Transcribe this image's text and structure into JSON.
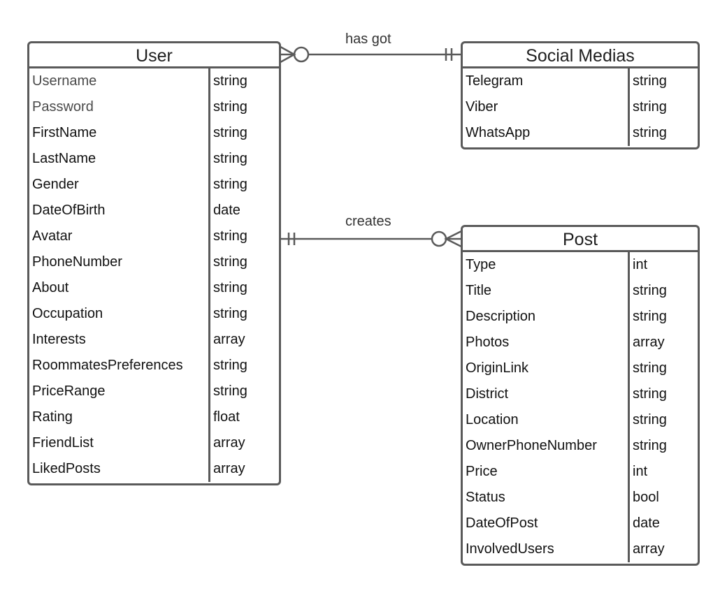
{
  "entities": {
    "user": {
      "title": "User",
      "fields": [
        {
          "name": "Username",
          "type": "string"
        },
        {
          "name": "Password",
          "type": "string"
        },
        {
          "name": "FirstName",
          "type": "string"
        },
        {
          "name": "LastName",
          "type": "string"
        },
        {
          "name": "Gender",
          "type": "string"
        },
        {
          "name": "DateOfBirth",
          "type": "date"
        },
        {
          "name": "Avatar",
          "type": "string"
        },
        {
          "name": "PhoneNumber",
          "type": "string"
        },
        {
          "name": "About",
          "type": "string"
        },
        {
          "name": "Occupation",
          "type": "string"
        },
        {
          "name": "Interests",
          "type": "array"
        },
        {
          "name": "RoommatesPreferences",
          "type": "string"
        },
        {
          "name": "PriceRange",
          "type": "string"
        },
        {
          "name": "Rating",
          "type": "float"
        },
        {
          "name": "FriendList",
          "type": "array"
        },
        {
          "name": "LikedPosts",
          "type": "array"
        }
      ]
    },
    "social_medias": {
      "title": "Social Medias",
      "fields": [
        {
          "name": "Telegram",
          "type": "string"
        },
        {
          "name": "Viber",
          "type": "string"
        },
        {
          "name": "WhatsApp",
          "type": "string"
        }
      ]
    },
    "post": {
      "title": "Post",
      "fields": [
        {
          "name": "Type",
          "type": "int"
        },
        {
          "name": "Title",
          "type": "string"
        },
        {
          "name": "Description",
          "type": "string"
        },
        {
          "name": "Photos",
          "type": "array"
        },
        {
          "name": "OriginLink",
          "type": "string"
        },
        {
          "name": "District",
          "type": "string"
        },
        {
          "name": "Location",
          "type": "string"
        },
        {
          "name": "OwnerPhoneNumber",
          "type": "string"
        },
        {
          "name": "Price",
          "type": "int"
        },
        {
          "name": "Status",
          "type": "bool"
        },
        {
          "name": "DateOfPost",
          "type": "date"
        },
        {
          "name": "InvolvedUsers",
          "type": "array"
        }
      ]
    }
  },
  "relationships": [
    {
      "label": "has got",
      "from": "User",
      "to": "Social Medias",
      "from_cardinality": "zero-or-many",
      "to_cardinality": "one-and-only-one"
    },
    {
      "label": "creates",
      "from": "User",
      "to": "Post",
      "from_cardinality": "one-and-only-one",
      "to_cardinality": "zero-or-many"
    }
  ],
  "colors": {
    "line": "#5a5a5a",
    "background": "#ffffff"
  }
}
